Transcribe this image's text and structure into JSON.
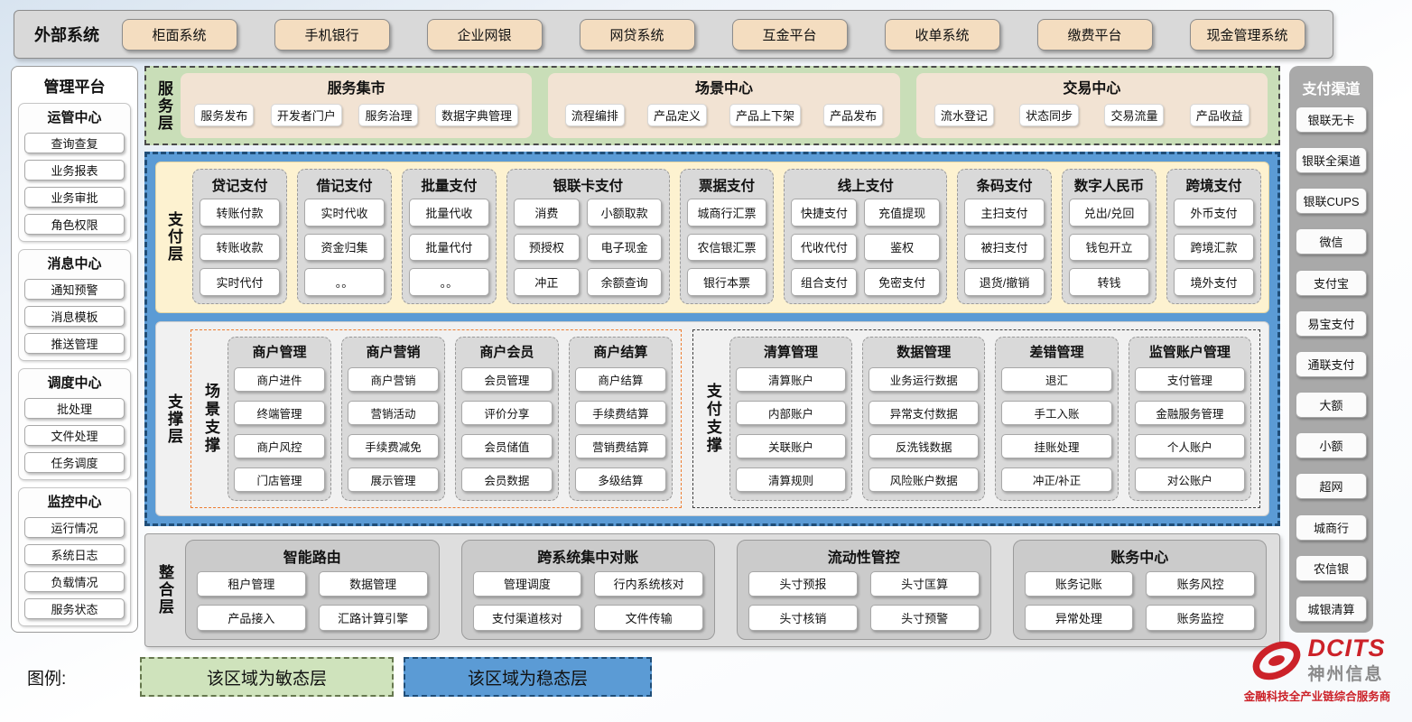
{
  "colors": {
    "agile_green": "#c9deb8",
    "stable_blue": "#5b9bd5",
    "brand_red": "#cc2229"
  },
  "external_systems": {
    "label": "外部系统",
    "items": [
      "柜面系统",
      "手机银行",
      "企业网银",
      "网贷系统",
      "互金平台",
      "收单系统",
      "缴费平台",
      "现金管理系统"
    ]
  },
  "management_platform": {
    "title": "管理平台",
    "groups": [
      {
        "title": "运管中心",
        "items": [
          "查询查复",
          "业务报表",
          "业务审批",
          "角色权限"
        ]
      },
      {
        "title": "消息中心",
        "items": [
          "通知预警",
          "消息模板",
          "推送管理"
        ]
      },
      {
        "title": "调度中心",
        "items": [
          "批处理",
          "文件处理",
          "任务调度"
        ]
      },
      {
        "title": "监控中心",
        "items": [
          "运行情况",
          "系统日志",
          "负载情况",
          "服务状态"
        ]
      }
    ]
  },
  "service_layer": {
    "label": "服务层",
    "groups": [
      {
        "title": "服务集市",
        "items": [
          "服务发布",
          "开发者门户",
          "服务治理",
          "数据字典管理"
        ]
      },
      {
        "title": "场景中心",
        "items": [
          "流程编排",
          "产品定义",
          "产品上下架",
          "产品发布"
        ]
      },
      {
        "title": "交易中心",
        "items": [
          "流水登记",
          "状态同步",
          "交易流量",
          "产品收益"
        ]
      }
    ]
  },
  "payment_layer": {
    "label": "支付层",
    "columns": [
      {
        "title": "贷记支付",
        "cols": 1,
        "items": [
          "转账付款",
          "转账收款",
          "实时代付"
        ]
      },
      {
        "title": "借记支付",
        "cols": 1,
        "items": [
          "实时代收",
          "资金归集",
          "。。"
        ]
      },
      {
        "title": "批量支付",
        "cols": 1,
        "items": [
          "批量代收",
          "批量代付",
          "。。"
        ]
      },
      {
        "title": "银联卡支付",
        "cols": 2,
        "items": [
          "消费",
          "小额取款",
          "预授权",
          "电子现金",
          "冲正",
          "余额查询"
        ]
      },
      {
        "title": "票据支付",
        "cols": 1,
        "items": [
          "城商行汇票",
          "农信银汇票",
          "银行本票"
        ]
      },
      {
        "title": "线上支付",
        "cols": 2,
        "items": [
          "快捷支付",
          "充值提现",
          "代收代付",
          "鉴权",
          "组合支付",
          "免密支付"
        ]
      },
      {
        "title": "条码支付",
        "cols": 1,
        "items": [
          "主扫支付",
          "被扫支付",
          "退货/撤销"
        ]
      },
      {
        "title": "数字人民币",
        "cols": 1,
        "items": [
          "兑出/兑回",
          "钱包开立",
          "转钱"
        ]
      },
      {
        "title": "跨境支付",
        "cols": 1,
        "items": [
          "外币支付",
          "跨境汇款",
          "境外支付"
        ]
      }
    ]
  },
  "support_layer": {
    "label": "支撑层",
    "sections": [
      {
        "label": "场景支撑",
        "columns": [
          {
            "title": "商户管理",
            "items": [
              "商户进件",
              "终端管理",
              "商户风控",
              "门店管理"
            ]
          },
          {
            "title": "商户营销",
            "items": [
              "商户营销",
              "营销活动",
              "手续费减免",
              "展示管理"
            ]
          },
          {
            "title": "商户会员",
            "items": [
              "会员管理",
              "评价分享",
              "会员储值",
              "会员数据"
            ]
          },
          {
            "title": "商户结算",
            "items": [
              "商户结算",
              "手续费结算",
              "营销费结算",
              "多级结算"
            ]
          }
        ]
      },
      {
        "label": "支付支撑",
        "columns": [
          {
            "title": "清算管理",
            "items": [
              "清算账户",
              "内部账户",
              "关联账户",
              "清算规则"
            ]
          },
          {
            "title": "数据管理",
            "items": [
              "业务运行数据",
              "异常支付数据",
              "反洗钱数据",
              "风险账户数据"
            ]
          },
          {
            "title": "差错管理",
            "items": [
              "退汇",
              "手工入账",
              "挂账处理",
              "冲正/补正"
            ]
          },
          {
            "title": "监管账户管理",
            "items": [
              "支付管理",
              "金融服务管理",
              "个人账户",
              "对公账户"
            ]
          }
        ]
      }
    ]
  },
  "integration_layer": {
    "label": "整合层",
    "groups": [
      {
        "title": "智能路由",
        "items": [
          "租户管理",
          "数据管理",
          "产品接入",
          "汇路计算引擎"
        ]
      },
      {
        "title": "跨系统集中对账",
        "items": [
          "管理调度",
          "行内系统核对",
          "支付渠道核对",
          "文件传输"
        ]
      },
      {
        "title": "流动性管控",
        "items": [
          "头寸预报",
          "头寸匡算",
          "头寸核销",
          "头寸预警"
        ]
      },
      {
        "title": "账务中心",
        "items": [
          "账务记账",
          "账务风控",
          "异常处理",
          "账务监控"
        ]
      }
    ]
  },
  "payment_channels": {
    "title": "支付渠道",
    "items": [
      "银联无卡",
      "银联全渠道",
      "银联CUPS",
      "微信",
      "支付宝",
      "易宝支付",
      "通联支付",
      "大额",
      "小额",
      "超网",
      "城商行",
      "农信银",
      "城银清算"
    ]
  },
  "legend": {
    "label": "图例:",
    "agile": "该区域为敏态层",
    "stable": "该区域为稳态层"
  },
  "logo": {
    "brand": "DCITS",
    "company": "神州信息",
    "tagline": "金融科技全产业链综合服务商"
  }
}
